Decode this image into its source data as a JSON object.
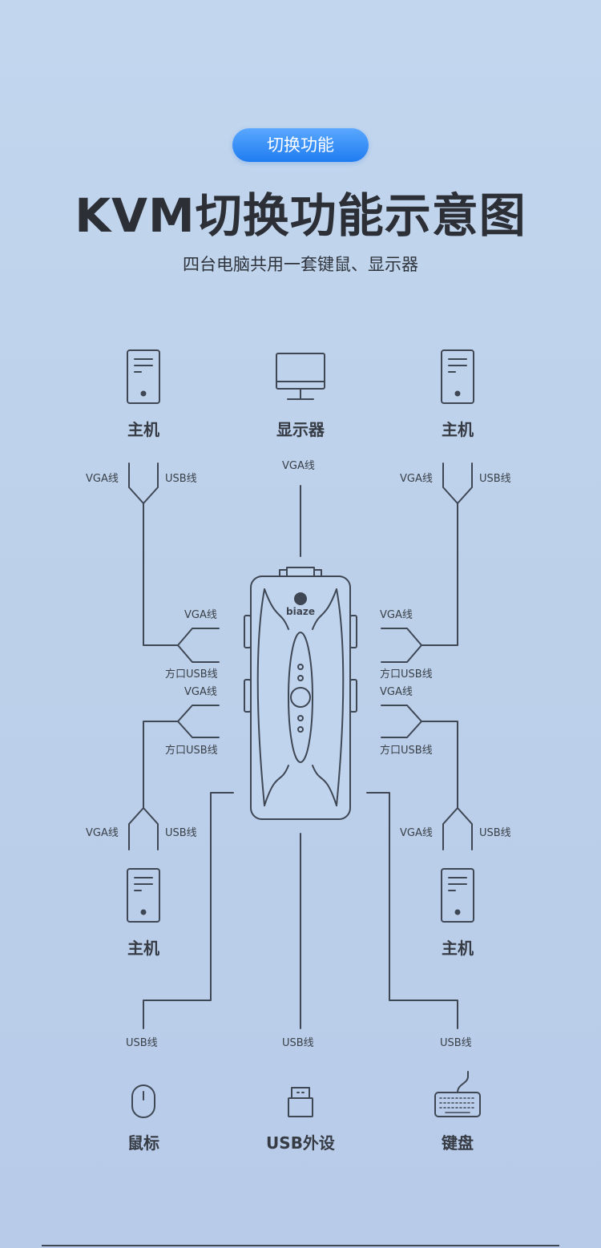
{
  "header": {
    "badge": "切换功能",
    "title": "KVM切换功能示意图",
    "subtitle": "四台电脑共用一套键鼠、显示器"
  },
  "device": {
    "brand": "biaze"
  },
  "nodes": {
    "host_top_left": "主机",
    "monitor": "显示器",
    "host_top_right": "主机",
    "host_bottom_left": "主机",
    "host_bottom_right": "主机",
    "mouse": "鼠标",
    "usb_peripheral": "USB外设",
    "keyboard": "键盘"
  },
  "cables": {
    "tl_vga": "VGA线",
    "tl_usb": "USB线",
    "monitor_vga": "VGA线",
    "tr_vga": "VGA线",
    "tr_usb": "USB线",
    "bl_vga": "VGA线",
    "bl_usb": "USB线",
    "br_vga": "VGA线",
    "br_usb": "USB线",
    "l1_vga": "VGA线",
    "l1_usb": "方口USB线",
    "l2_vga": "VGA线",
    "l2_usb": "方口USB线",
    "r1_vga": "VGA线",
    "r1_usb": "方口USB线",
    "r2_vga": "VGA线",
    "r2_usb": "方口USB线",
    "mouse_usb": "USB线",
    "peripheral_usb": "USB线",
    "keyboard_usb": "USB线"
  },
  "colors": {
    "accent": "#1f7cf0",
    "line": "#3f4754",
    "background": "#bfd3ec"
  },
  "icons": [
    "pc-tower-icon",
    "monitor-icon",
    "mouse-icon",
    "usb-connector-icon",
    "keyboard-icon"
  ]
}
